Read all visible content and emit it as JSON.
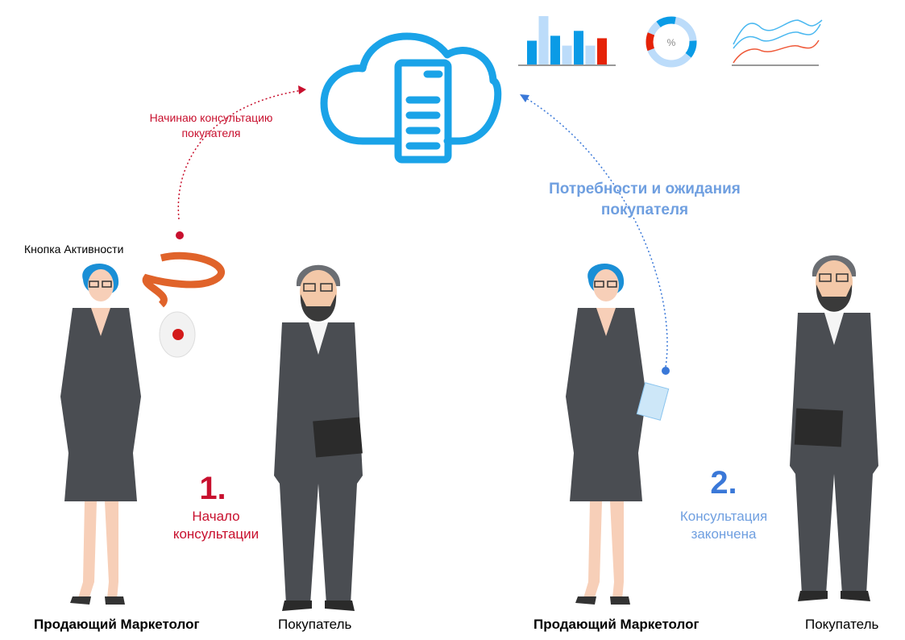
{
  "labels": {
    "start_consult": [
      "Начинаю консультацию",
      "покупателя"
    ],
    "activity_button": "Кнопка Активности",
    "needs": [
      "Потребности и ожидания",
      "покупателя"
    ],
    "step1_number": "1.",
    "step1_text": [
      "Начало",
      "консультации"
    ],
    "step2_number": "2.",
    "step2_text": [
      "Консультация",
      "закончена"
    ],
    "seller_left": "Продающий Маркетолог",
    "buyer_left": "Покупатель",
    "seller_right": "Продающий Маркетолог",
    "buyer_right": "Покупатель",
    "donut_symbol": "%"
  },
  "colors": {
    "red": "#c8102e",
    "blue_text": "#6f9fe0",
    "cloud": "#1aa3e8",
    "suit": "#4a4d52",
    "bar_dark": "#0a9be6",
    "bar_light": "#bcdcfa",
    "bar_red": "#e52207"
  },
  "mini_bar_values": [
    5,
    10,
    6,
    4,
    7,
    4,
    5.5
  ]
}
